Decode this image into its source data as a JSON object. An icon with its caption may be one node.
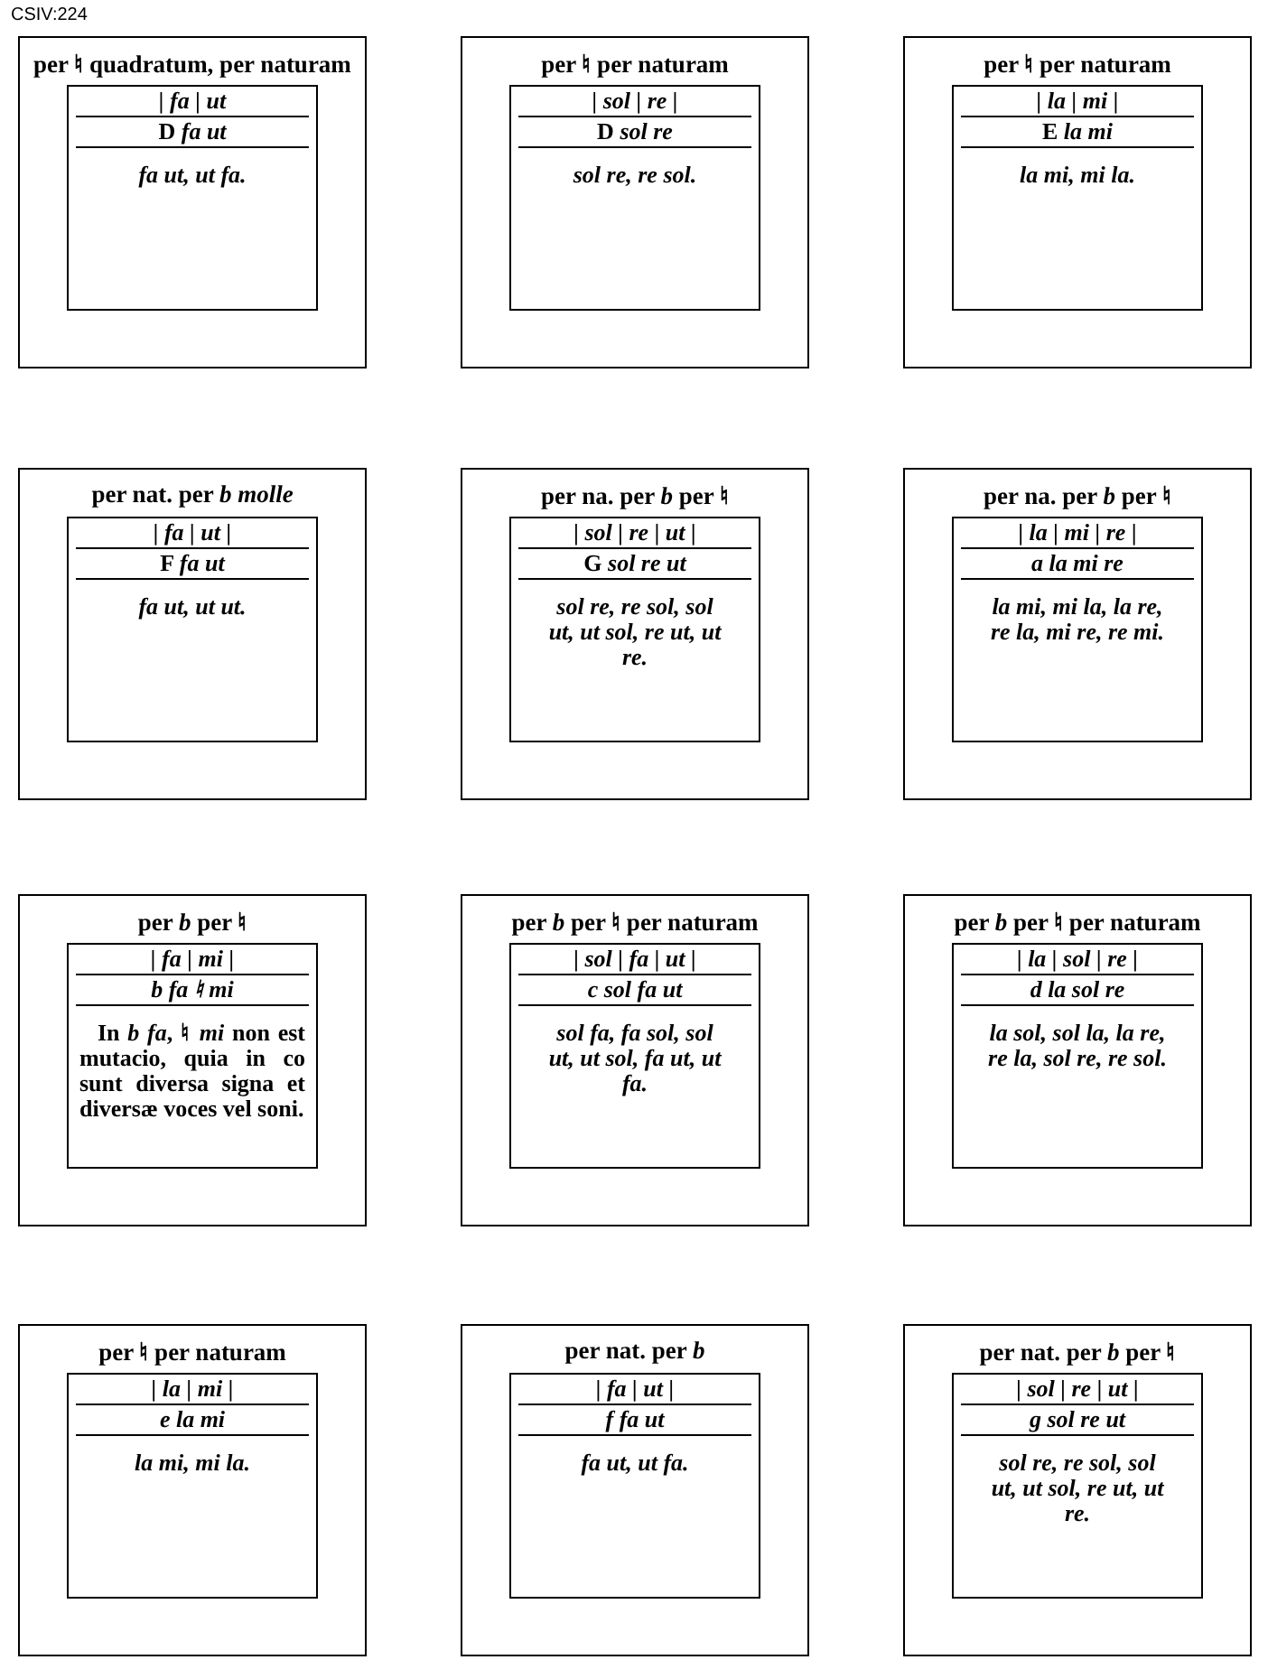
{
  "diagram": {
    "nodes": [
      {
        "text": [
          "per ♮ quadratum, per naturam"
        ]
      },
      {
        "text": [
          "| fa | ut",
          "D *fa ut*",
          "fa ut, ut fa."
        ],
        "in": 0
      },
      {
        "text": [
          "per ♮ per naturam"
        ]
      },
      {
        "text": [
          "| sol | re |",
          "D *sol re*",
          "sol re, re sol."
        ],
        "in": 2
      },
      {
        "text": [
          "per ♮ per naturam"
        ]
      },
      {
        "text": [
          "| la | mi |",
          "E *la mi*",
          "la mi, mi la."
        ],
        "in": 4
      },
      {
        "text": [
          "per nat. per *b molle*"
        ]
      },
      {
        "text": [
          "| fa | ut |",
          "F *fa ut*",
          "fa ut, ut ut."
        ],
        "in": 6
      },
      {
        "text": [
          "per na. per *b* per ♮"
        ]
      },
      {
        "text": [
          "| sol | re | ut |",
          "G *sol re ut*",
          "sol re, re sol, sol ut, ut sol, re ut, ut re."
        ],
        "in": 8
      },
      {
        "text": [
          "per na. per *b* per ♮"
        ]
      },
      {
        "text": [
          "| la | mi | re |",
          "a la mi re",
          "la mi, mi la, la re, re la, mi re, re mi."
        ],
        "in": 10
      },
      {
        "text": [
          "per *b* per ♮"
        ]
      },
      {
        "text": [
          "| fa | mi |",
          "b fa ♮ mi",
          "In *b fa*, ♮ *mi* non est mutacio, quia in co sunt diversa signa et diversæ voces vel soni."
        ],
        "in": 12
      },
      {
        "text": [
          "per *b* per ♮ per naturam"
        ]
      },
      {
        "text": [
          "| sol | fa | ut |",
          "c sol fa ut",
          "sol fa, fa sol, sol ut, ut sol, fa ut, ut fa."
        ],
        "in": 14
      },
      {
        "text": [
          "per *b* per ♮ per naturam"
        ]
      },
      {
        "text": [
          "| la | sol | re |",
          "d la sol re",
          "la sol, sol la, la re, re la, sol re, re sol."
        ],
        "in": 16
      },
      {
        "text": [
          "per ♮ per naturam"
        ]
      },
      {
        "text": [
          "| la | mi |",
          "e la mi",
          "la mi, mi la."
        ],
        "in": 18
      },
      {
        "text": [
          "per nat. per *b*"
        ]
      },
      {
        "text": [
          "| fa | ut |",
          "f fa ut",
          "fa ut, ut fa."
        ],
        "in": 20
      },
      {
        "text": [
          "per nat. per *b* per ♮"
        ]
      },
      {
        "text": [
          "| sol | re | ut |",
          "g sol re ut",
          "sol re, re sol, sol ut, ut sol, re ut, ut re."
        ],
        "in": 22
      }
    ],
    "labels": [
      "CSIV:224"
    ]
  }
}
